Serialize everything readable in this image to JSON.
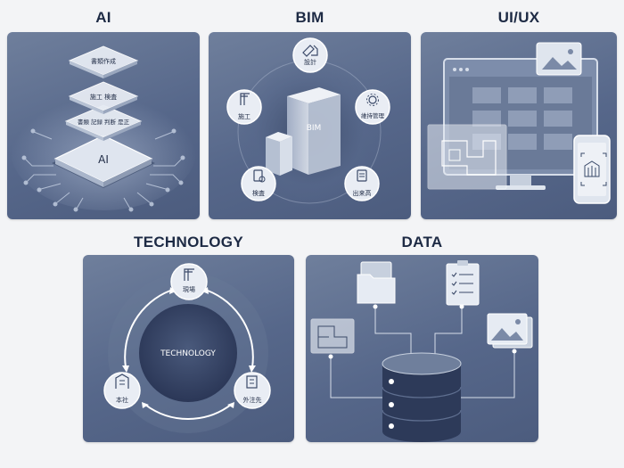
{
  "sections": {
    "ai": {
      "title": "AI",
      "layers": [
        "書類作成",
        "施工 検査",
        "書類 記録 判断 是正"
      ],
      "chip_label": "AI"
    },
    "bim": {
      "title": "BIM",
      "center_label": "BIM",
      "nodes": [
        "設計",
        "維持管理",
        "出来高",
        "検査",
        "施工"
      ]
    },
    "uiux": {
      "title": "UI/UX"
    },
    "technology": {
      "title": "TECHNOLOGY",
      "center_label": "TECHNOLOGY",
      "nodes": [
        "現場",
        "外注先",
        "本社"
      ]
    },
    "data": {
      "title": "DATA"
    }
  }
}
